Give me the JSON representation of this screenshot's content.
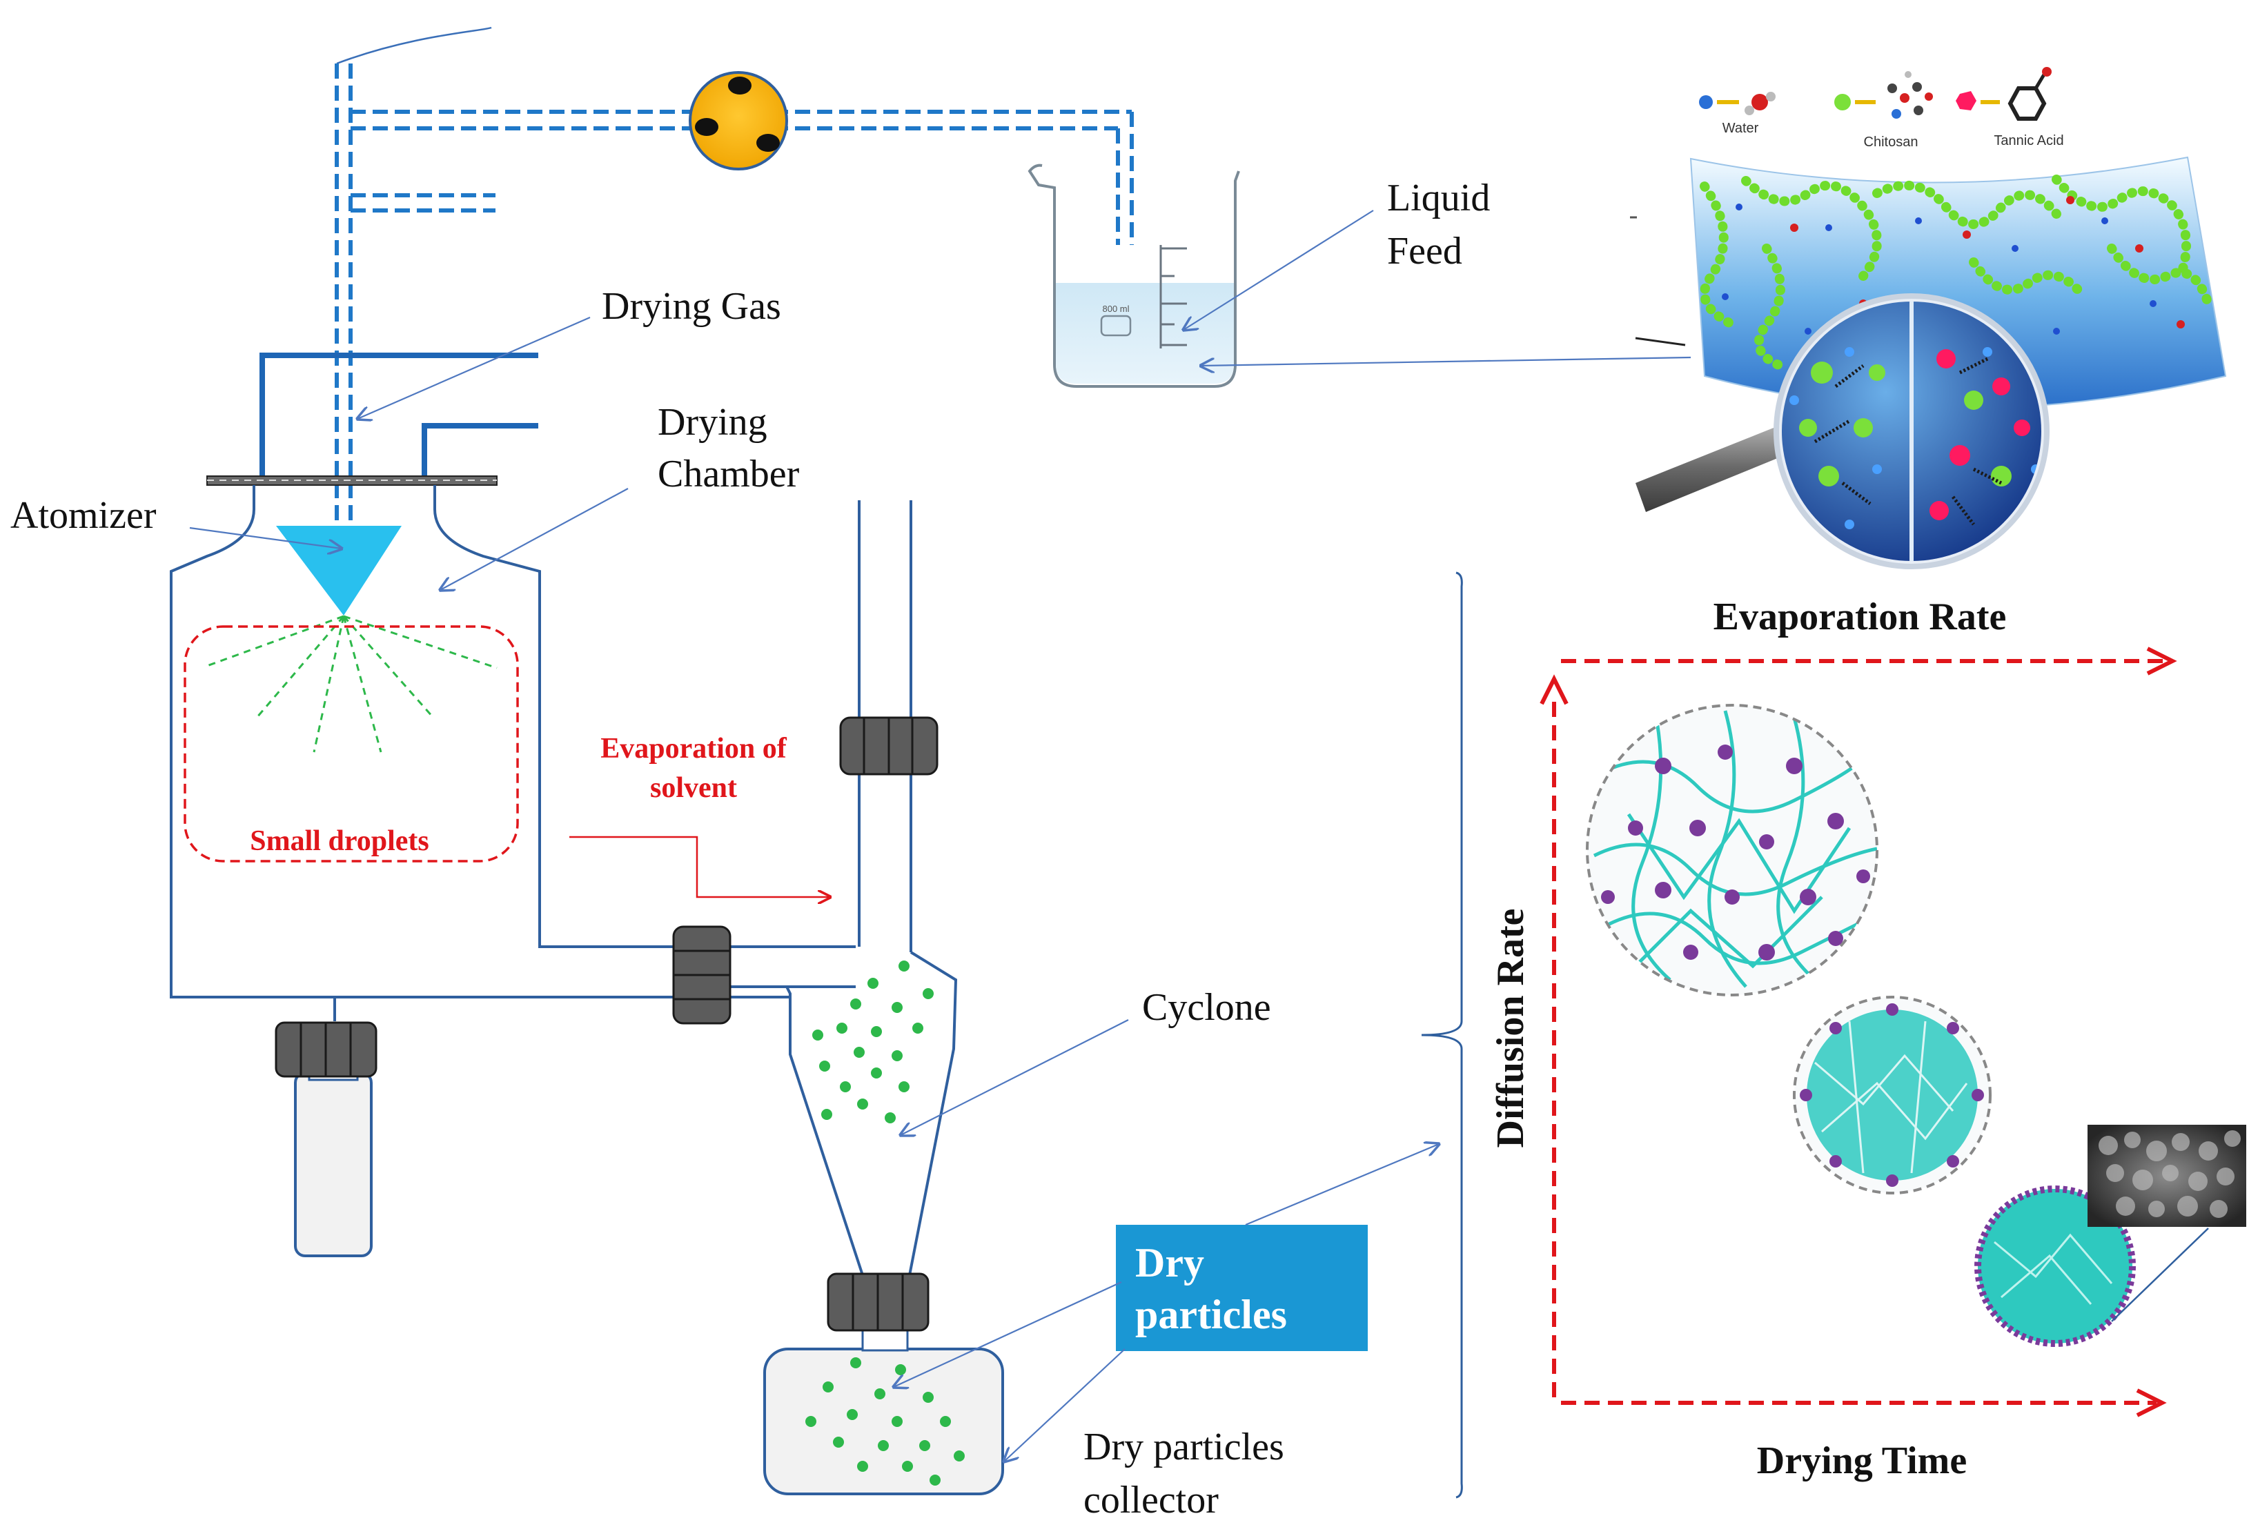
{
  "labels": {
    "drying_gas": "Drying Gas",
    "drying_chamber_1": "Drying",
    "drying_chamber_2": "Chamber",
    "atomizer": "Atomizer",
    "liquid_feed_1": "Liquid",
    "liquid_feed_2": "Feed",
    "evaporation_of_solvent_1": "Evaporation of",
    "evaporation_of_solvent_2": "solvent",
    "small_droplets": "Small droplets",
    "cyclone": "Cyclone",
    "dry_particles_1": "Dry",
    "dry_particles_2": "particles",
    "collector_1": "Dry particles",
    "collector_2": "collector",
    "evaporation_rate": "Evaporation Rate",
    "diffusion_rate": "Diffusion Rate",
    "drying_time": "Drying Time"
  },
  "legend": {
    "water": "Water",
    "chitosan": "Chitosan",
    "tannic_acid": "Tannic Acid"
  },
  "beaker": {
    "volume_label": "800 ml"
  },
  "colors": {
    "apparatus_blue": "#2f5f9e",
    "dashed_tube_blue": "#1f78c8",
    "atomizer_cyan": "#29c0ee",
    "droplet_green": "#2db84a",
    "annotation_red": "#e0161b",
    "pump_orange": "#f7b500",
    "dry_particles_box": "#1a97d4",
    "clamp_gray": "#5c5c5c",
    "particle_teal": "#2ec9bf",
    "particle_purple": "#7a3a9a"
  }
}
